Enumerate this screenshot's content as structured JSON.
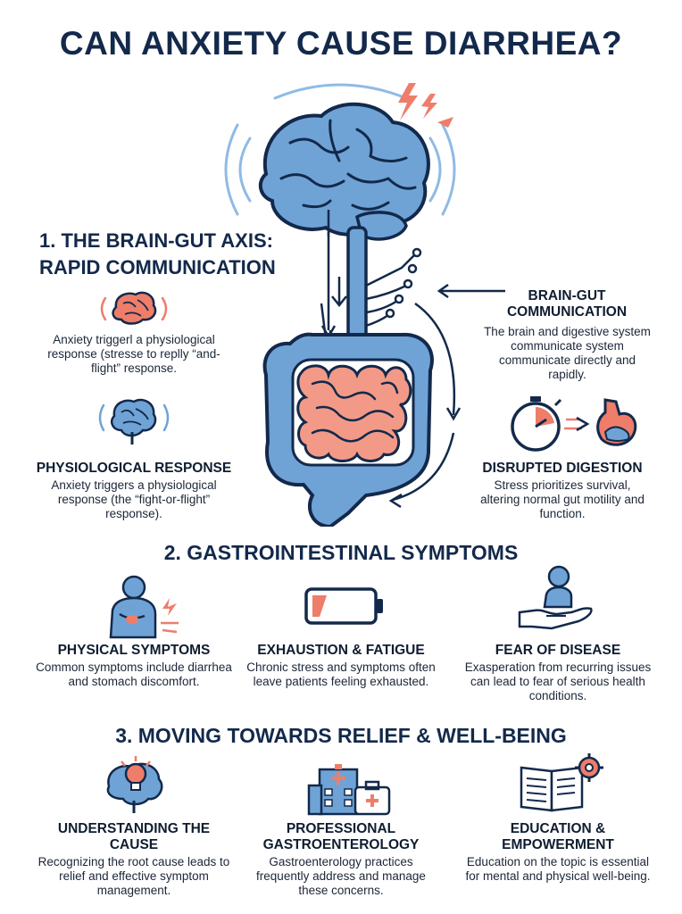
{
  "title": "CAN ANXIETY CAUSE DIARRHEA?",
  "section1": {
    "heading_line1": "1. THE BRAIN-GUT AXIS:",
    "heading_line2": "RAPID COMMUNICATION",
    "left_top_text": "Anxiety triggerl a physiological response (stresse to replly “and-flight” response.",
    "physiological": {
      "title": "PHYSIOLOGICAL RESPONSE",
      "text": "Anxiety triggers a physiological response (the “fight-or-flight” response)."
    },
    "brain_gut": {
      "title_line1": "BRAIN-GUT",
      "title_line2": "COMMUNICATION",
      "text": "The brain and digestive system communicate system communicate directly and rapidly."
    },
    "disrupted": {
      "title": "DISRUPTED DIGESTION",
      "text": "Stress prioritizes survival, altering normal gut motility and function."
    }
  },
  "section2": {
    "heading": "2. GASTROINTESTINAL SYMPTOMS",
    "items": [
      {
        "title": "PHYSICAL SYMPTOMS",
        "text": "Common symptoms include diarrhea and stomach discomfort."
      },
      {
        "title": "EXHAUSTION & FATIGUE",
        "text": "Chronic stress and symptoms often leave patients feeling exhausted."
      },
      {
        "title": "FEAR OF DISEASE",
        "text": "Exasperation from recurring issues can lead to fear of serious health conditions."
      }
    ]
  },
  "section3": {
    "heading": "3. MOVING TOWARDS RELIEF & WELL-BEING",
    "items": [
      {
        "title": "UNDERSTANDING THE CAUSE",
        "text": "Recognizing the root cause leads to relief and effective symptom management."
      },
      {
        "title": "PROFESSIONAL GASTROENTEROLOGY",
        "text": "Gastroenterology practices frequently address and manage these concerns."
      },
      {
        "title": "EDUCATION & EMPOWERMENT",
        "text": "Education on the topic is essential for mental and physical well-being."
      }
    ]
  },
  "colors": {
    "navy": "#13294b",
    "blue": "#6fa3d6",
    "light_blue": "#9cc3e8",
    "coral": "#ee7d6a",
    "intestine": "#f29a87"
  }
}
